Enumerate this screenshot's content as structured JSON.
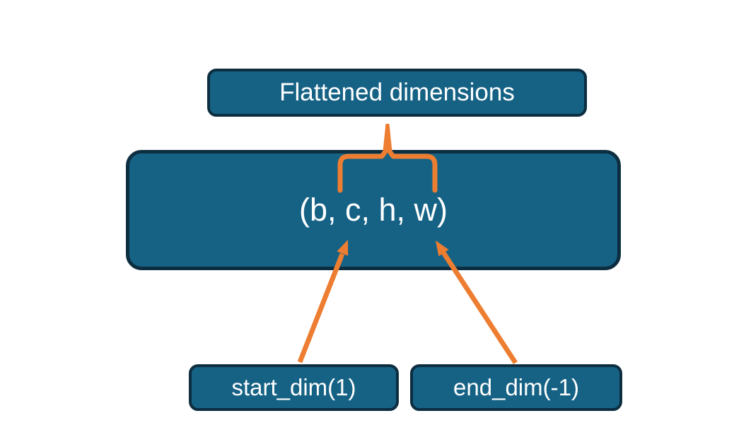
{
  "diagram": {
    "nodes": {
      "flattened_label": "Flattened dimensions",
      "tensor_shape": "(b, c, h, w)",
      "start_dim_label": "start_dim(1)",
      "end_dim_label": "end_dim(-1)"
    },
    "connectors": {
      "brace": "orange curly brace spanning c,h,w dims pointing up to Flattened dimensions box",
      "start_dim_arrow": "orange arrow from start_dim(1) box to dim c",
      "end_dim_arrow": "orange arrow from end_dim(-1) box to dim w"
    },
    "colors": {
      "box_fill": "#166285",
      "box_border": "#0d2e40",
      "accent_orange": "#ED7D31",
      "text": "#ffffff",
      "background": "#ffffff"
    }
  }
}
